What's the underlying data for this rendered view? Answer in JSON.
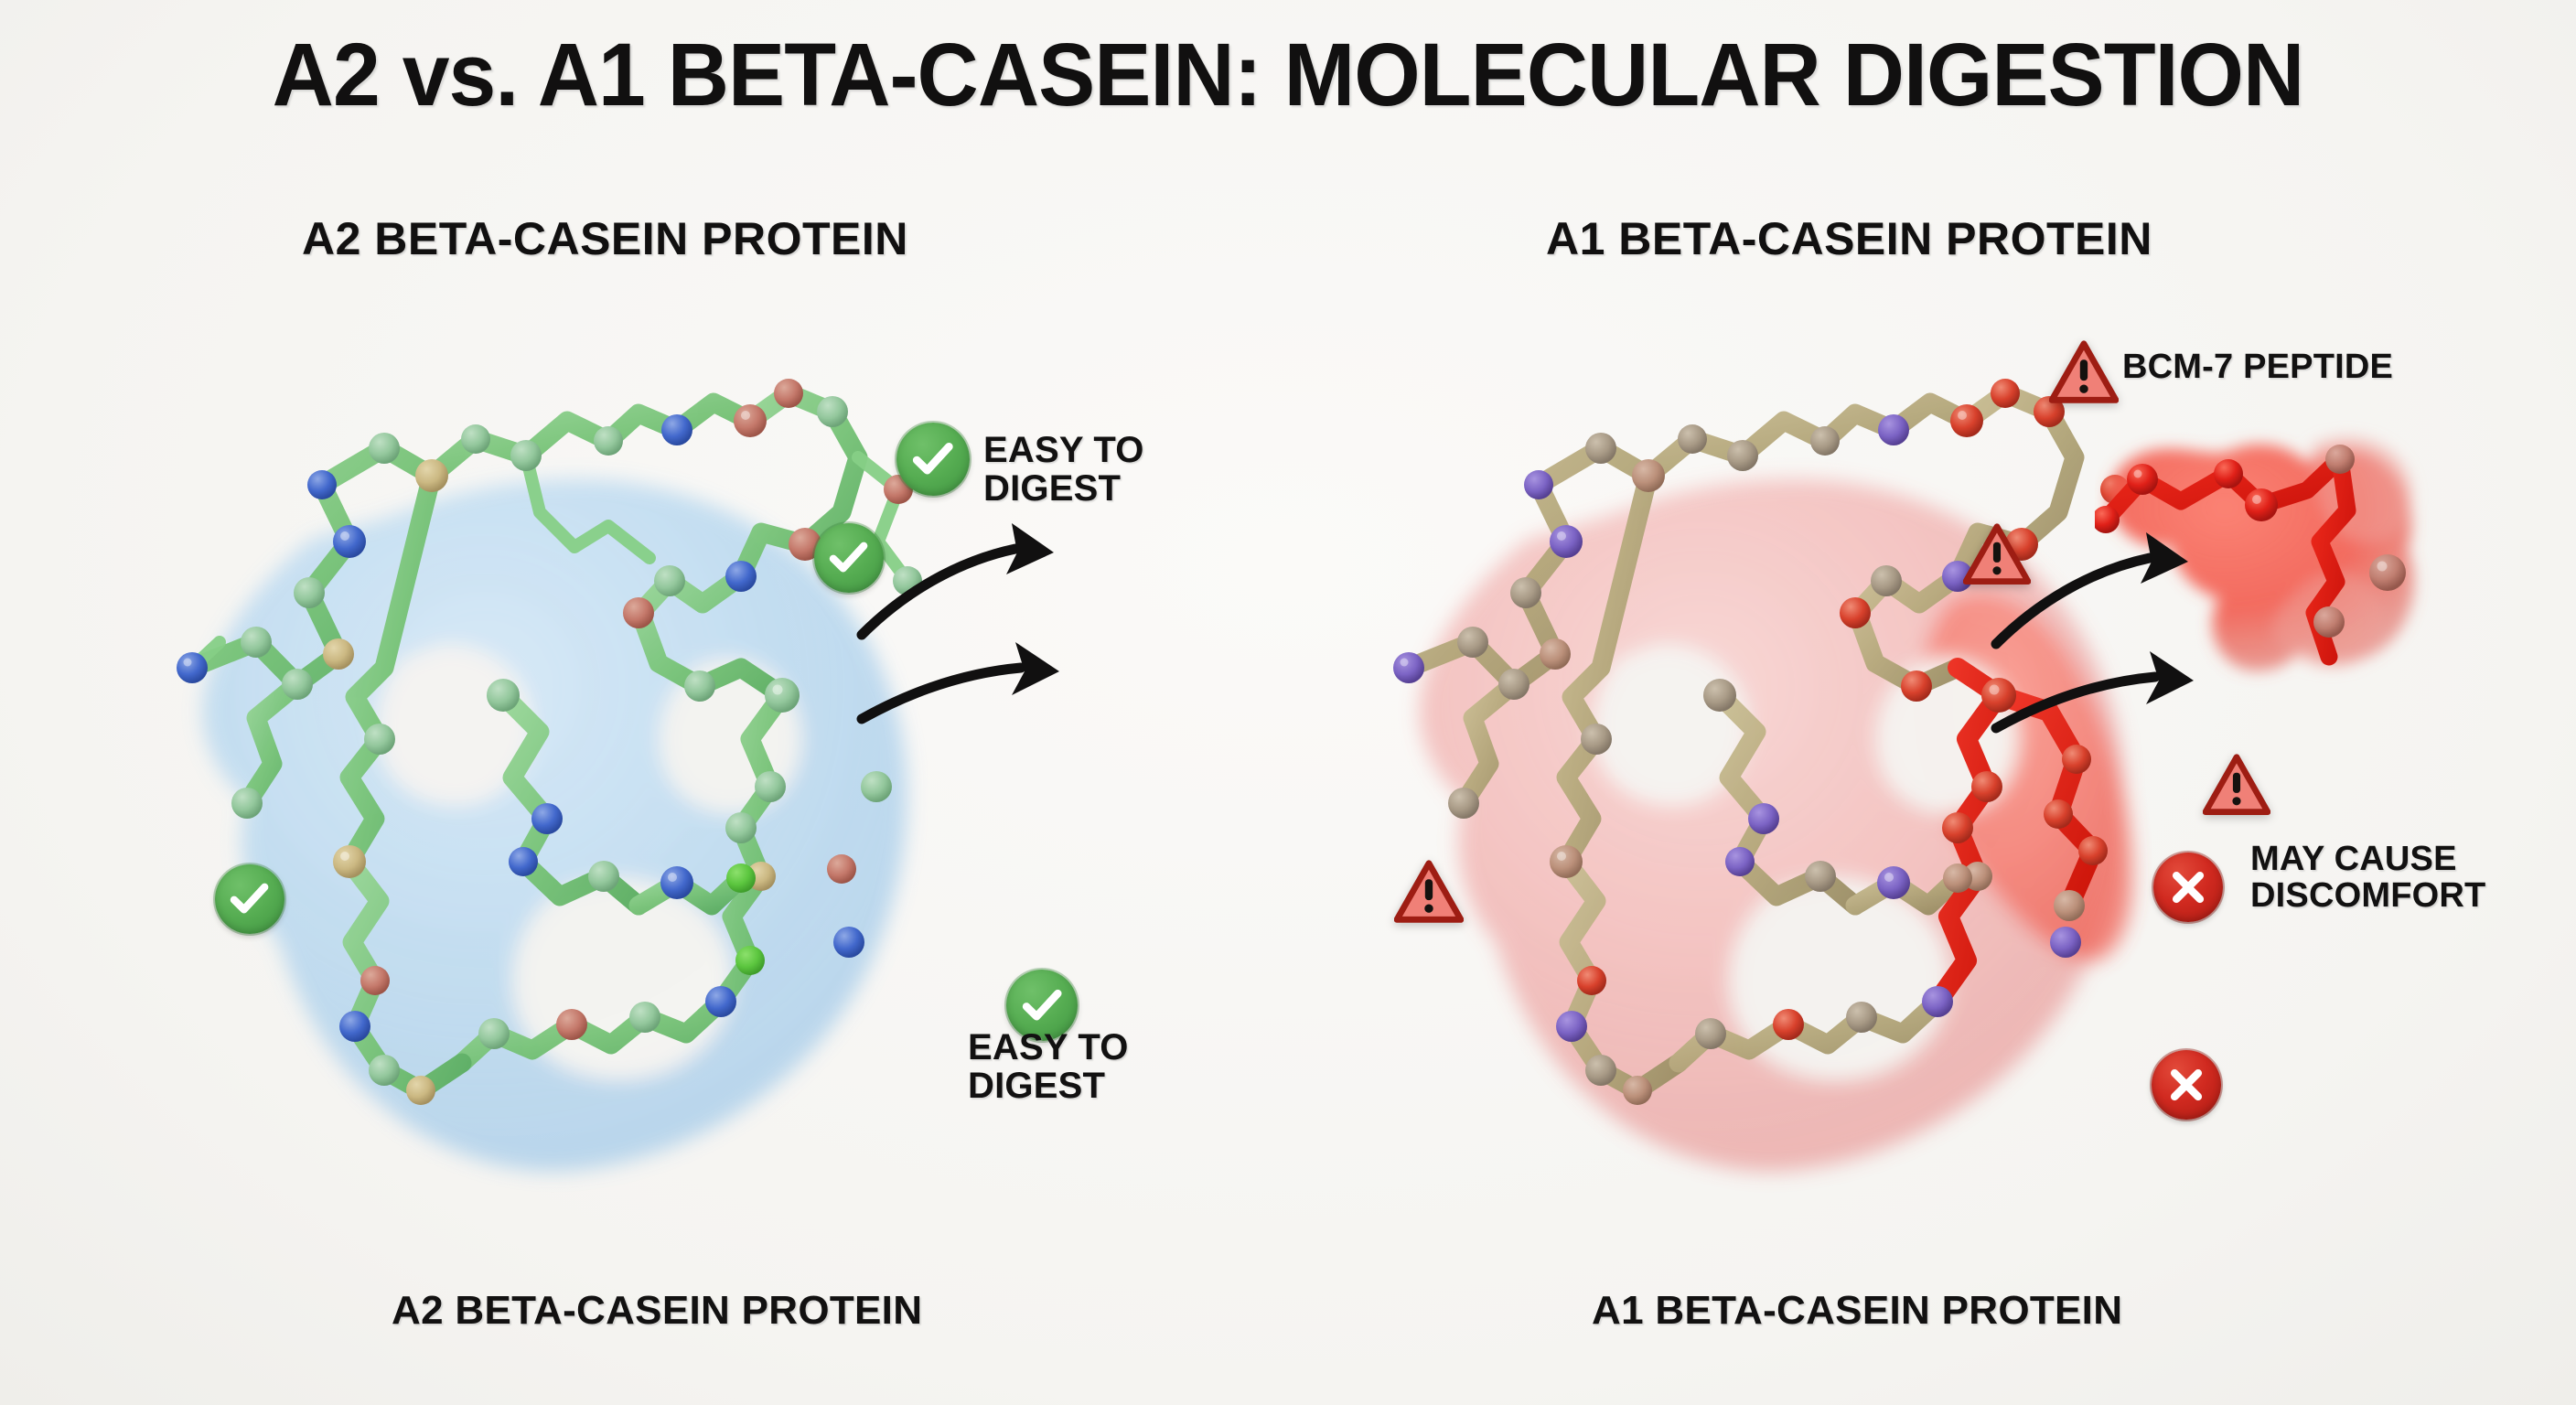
{
  "title": "A2 vs. A1 BETA-CASEIN: MOLECULAR DIGESTION",
  "panels": {
    "left": {
      "heading": "A2 BETA-CASEIN PROTEIN",
      "caption": "A2 BETA-CASEIN PROTEIN",
      "molecule": {
        "name": "a2-beta-casein-molecule",
        "surface_color": "#b8d8f0",
        "backbone_color": "#7ec97e",
        "atom_colors": {
          "nitrogen": "#3f63c9",
          "oxygen": "#c0705e",
          "sulfur": "#cbb municipal"
        }
      },
      "labels": [
        {
          "id": "easy-to-digest-top",
          "line1": "EASY TO",
          "line2": "DIGEST"
        },
        {
          "id": "easy-to-digest-bottom",
          "line1": "EASY TO",
          "line2": "DIGEST"
        }
      ],
      "status_icons": [
        {
          "id": "check-1",
          "type": "check",
          "color": "#4aa245"
        },
        {
          "id": "check-2",
          "type": "check",
          "color": "#4aa245"
        },
        {
          "id": "check-3",
          "type": "check",
          "color": "#4aa245"
        },
        {
          "id": "check-4",
          "type": "check",
          "color": "#4aa245"
        }
      ],
      "arrow_count": 2
    },
    "right": {
      "heading": "A1 BETA-CASEIN PROTEIN",
      "caption": "A1 BETA-CASEIN PROTEIN",
      "molecule": {
        "name": "a1-beta-casein-molecule",
        "surface_color": "#f2b4b4",
        "backbone_color": "#b7ab7e",
        "atom_colors": {
          "nitrogen": "#7b63c4",
          "oxygen": "#d8412c",
          "carbon": "#a89a86"
        }
      },
      "fragment": {
        "name": "bcm7-peptide-fragment",
        "label": "BCM-7 PEPTIDE",
        "surface_color": "#f08a82",
        "backbone_color": "#e02018"
      },
      "labels": [
        {
          "id": "bcm7-peptide",
          "line1": "BCM-7 PEPTIDE"
        },
        {
          "id": "may-cause-discomfort",
          "line1": "MAY CAUSE",
          "line2": "DISCOMFORT"
        }
      ],
      "status_icons": [
        {
          "id": "warning-1",
          "type": "warning",
          "color": "#b02318"
        },
        {
          "id": "warning-2",
          "type": "warning",
          "color": "#b02318"
        },
        {
          "id": "warning-3",
          "type": "warning",
          "color": "#b02318"
        },
        {
          "id": "warning-4",
          "type": "warning",
          "color": "#b02318"
        },
        {
          "id": "x-1",
          "type": "cross",
          "color": "#cc2418"
        },
        {
          "id": "x-2",
          "type": "cross",
          "color": "#cc2418"
        }
      ],
      "arrow_count": 2
    }
  },
  "colors": {
    "background": "#f7f6f4",
    "text": "#111010",
    "positive": "#4aa245",
    "negative": "#cc2418",
    "a2_surface": "#b8d8f0",
    "a1_surface": "#f2b4b4",
    "bcm7": "#e02018"
  }
}
